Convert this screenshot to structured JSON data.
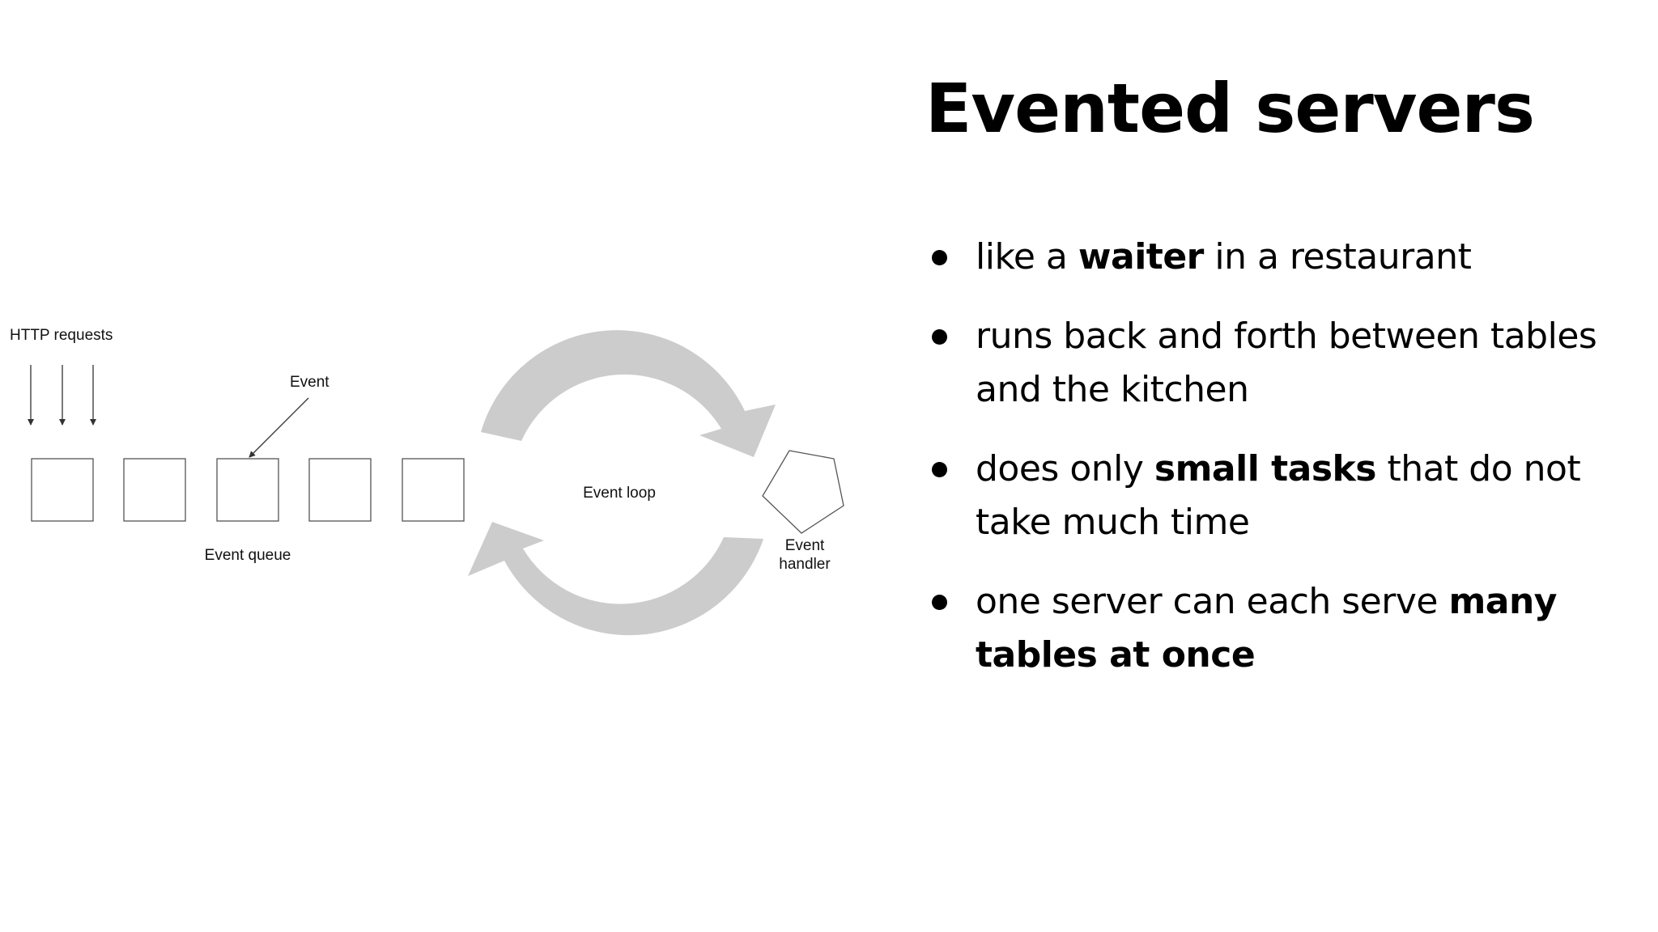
{
  "slide": {
    "title": "Evented servers"
  },
  "diagram": {
    "http_requests_label": "HTTP requests",
    "event_label": "Event",
    "queue_label": "Event queue",
    "loop_label": "Event loop",
    "handler_label_line1": "Event",
    "handler_label_line2": "handler",
    "colors": {
      "loop_arrows": "#cccccc",
      "lines": "#333333"
    }
  },
  "bullets": [
    {
      "before": "like a ",
      "bold": "waiter",
      "after": " in a restaurant"
    },
    {
      "before": "runs back and forth between tables and the kitchen",
      "bold": "",
      "after": ""
    },
    {
      "before": "does only ",
      "bold": "small tasks",
      "after": " that do not take much time"
    },
    {
      "before": "one server can each serve ",
      "bold": "many tables at once",
      "after": ""
    }
  ]
}
